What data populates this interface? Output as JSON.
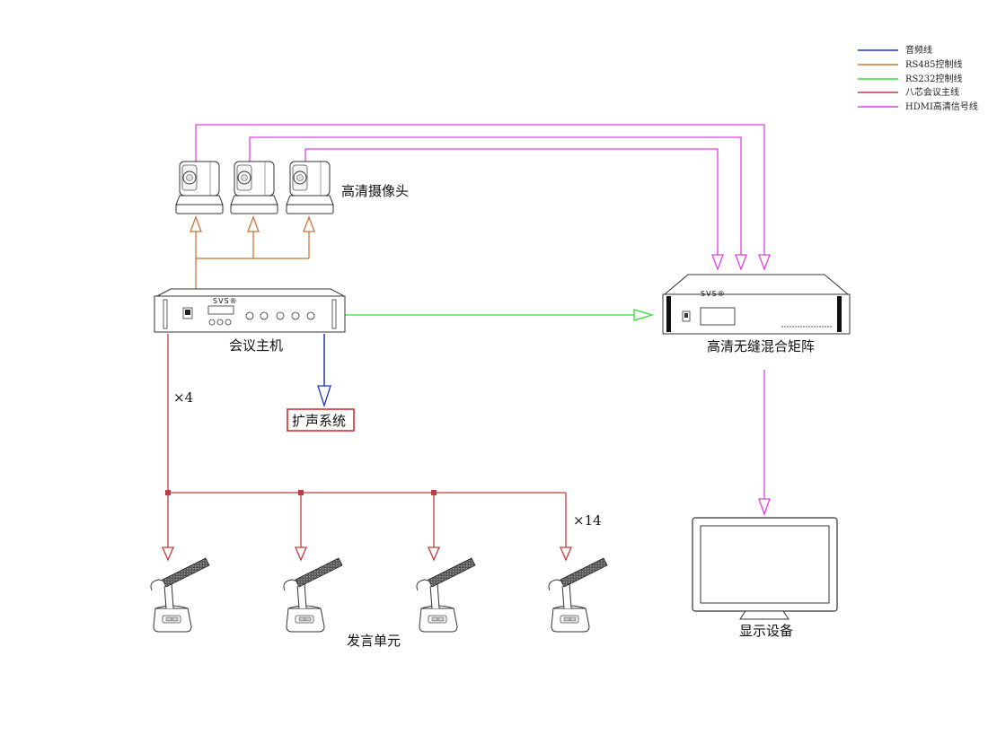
{
  "colors": {
    "audio": "#1f33c4",
    "rs485": "#c8753a",
    "rs232": "#33dd33",
    "eight_core": "#c43a3a",
    "hdmi": "#e040e0"
  },
  "legend": [
    {
      "label": "音频线",
      "color_key": "audio"
    },
    {
      "label": "RS485控制线",
      "color_key": "rs485"
    },
    {
      "label": "RS232控制线",
      "color_key": "rs232"
    },
    {
      "label": "八芯会议主线",
      "color_key": "eight_core"
    },
    {
      "label": "HDMI高清信号线",
      "color_key": "hdmi"
    }
  ],
  "labels": {
    "cameras": "高清摄像头",
    "host": "会议主机",
    "pa": "扩声系统",
    "matrix": "高清无缝混合矩阵",
    "display": "显示设备",
    "units": "发言单元",
    "x4": "×4",
    "x14": "×14"
  },
  "device_text": {
    "brand": "SVS",
    "brand_mark": "®"
  }
}
